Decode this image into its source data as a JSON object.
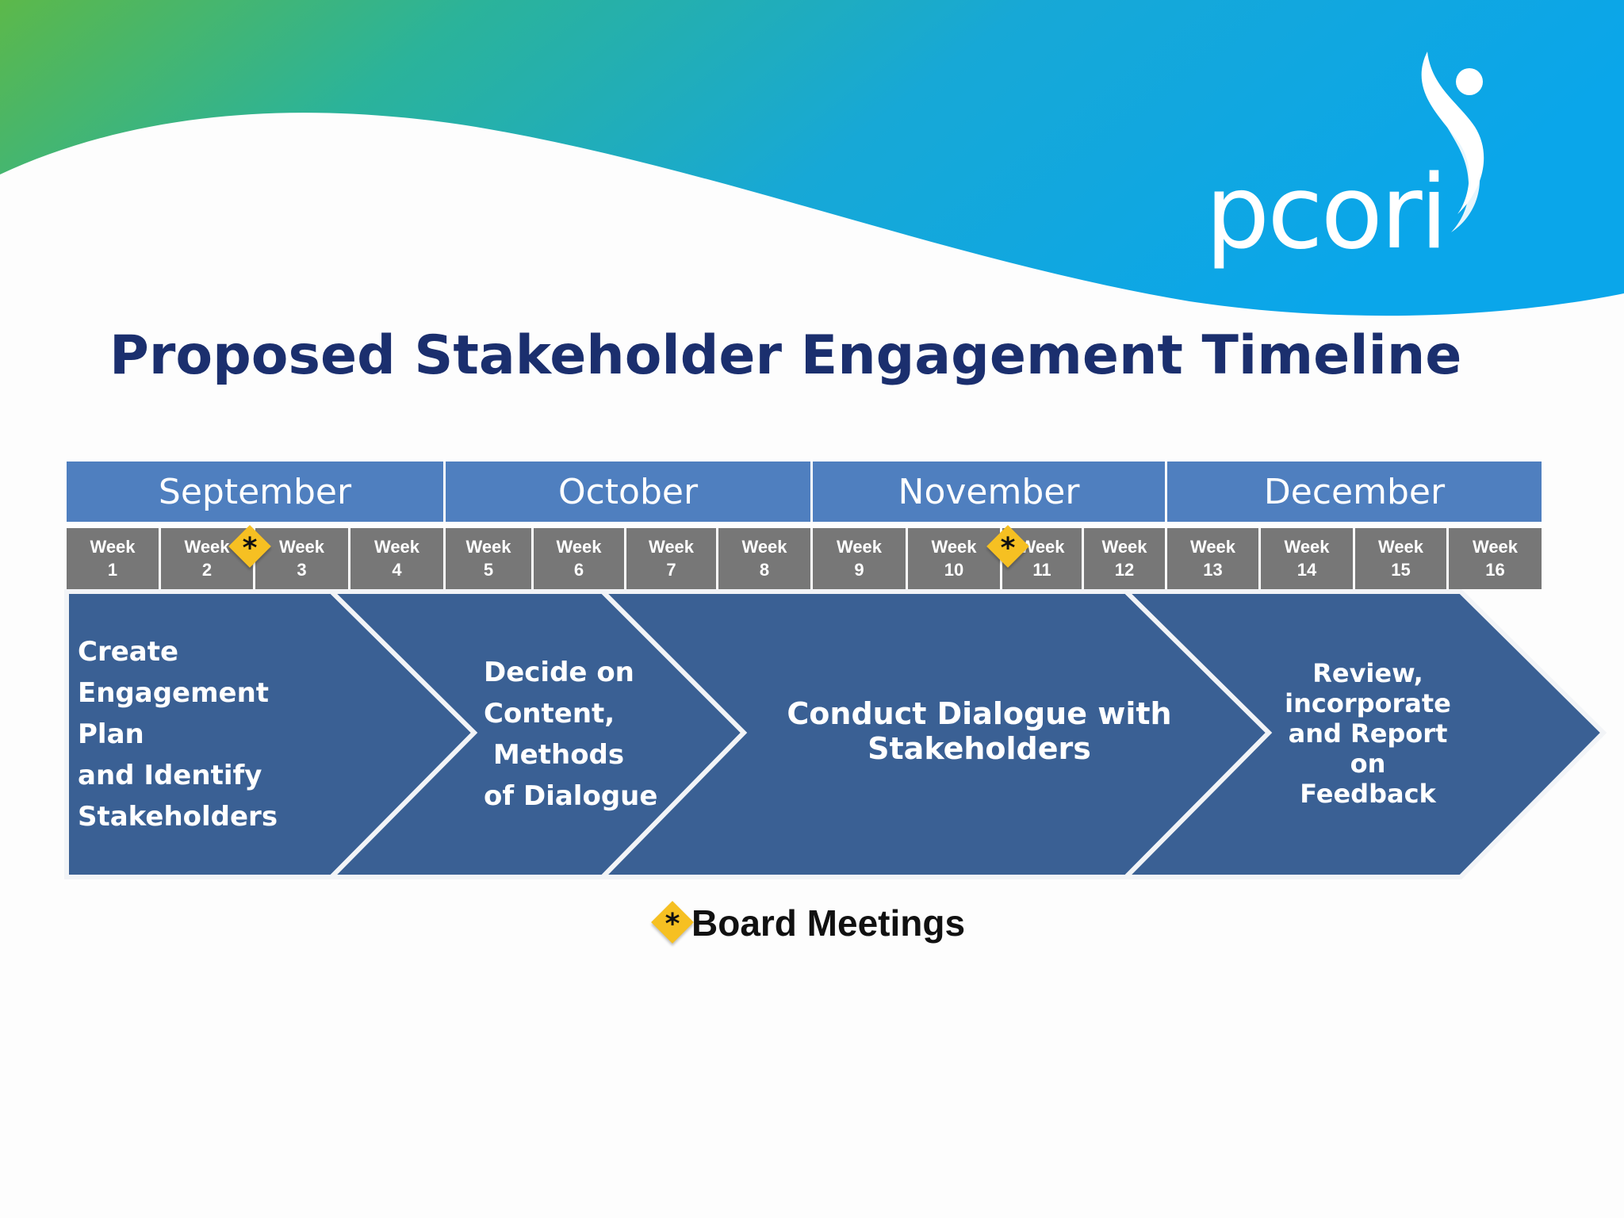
{
  "banner": {
    "gradient_colors": [
      "#5cb84a",
      "#2bb39a",
      "#17a8d6",
      "#0aa6ea"
    ],
    "logo_text": "pcori"
  },
  "title": "Proposed Stakeholder Engagement Timeline",
  "months": [
    "September",
    "October",
    "November",
    "December"
  ],
  "weeks": [
    {
      "label": "Week",
      "num": "1"
    },
    {
      "label": "Week",
      "num": "2"
    },
    {
      "label": "Week",
      "num": "3"
    },
    {
      "label": "Week",
      "num": "4"
    },
    {
      "label": "Week",
      "num": "5"
    },
    {
      "label": "Week",
      "num": "6"
    },
    {
      "label": "Week",
      "num": "7"
    },
    {
      "label": "Week",
      "num": "8"
    },
    {
      "label": "Week",
      "num": "9"
    },
    {
      "label": "Week",
      "num": "10"
    },
    {
      "label": "Week",
      "num": "11"
    },
    {
      "label": "Week",
      "num": "12"
    },
    {
      "label": "Week",
      "num": "13"
    },
    {
      "label": "Week",
      "num": "14"
    },
    {
      "label": "Week",
      "num": "15"
    },
    {
      "label": "Week",
      "num": "16"
    }
  ],
  "phases": [
    {
      "lines": [
        "Create",
        "Engagement",
        "Plan",
        "and Identify",
        "Stakeholders"
      ]
    },
    {
      "lines": [
        "Decide on",
        "Content,",
        " Methods",
        "of Dialogue"
      ]
    },
    {
      "lines": [
        "Conduct Dialogue with",
        "Stakeholders"
      ]
    },
    {
      "lines": [
        "Review,",
        "incorporate",
        "and Report",
        "on",
        "Feedback"
      ]
    }
  ],
  "board_meeting_marker": {
    "symbol": "*",
    "color": "#f6c022",
    "weeks_between": [
      "2-3",
      "10-11"
    ]
  },
  "legend": {
    "symbol": "*",
    "label": "Board Meetings"
  },
  "colors": {
    "title": "#1b2f6e",
    "month_header": "#4f7fbf",
    "week_header": "#777777",
    "chevron": "#3a6094"
  }
}
